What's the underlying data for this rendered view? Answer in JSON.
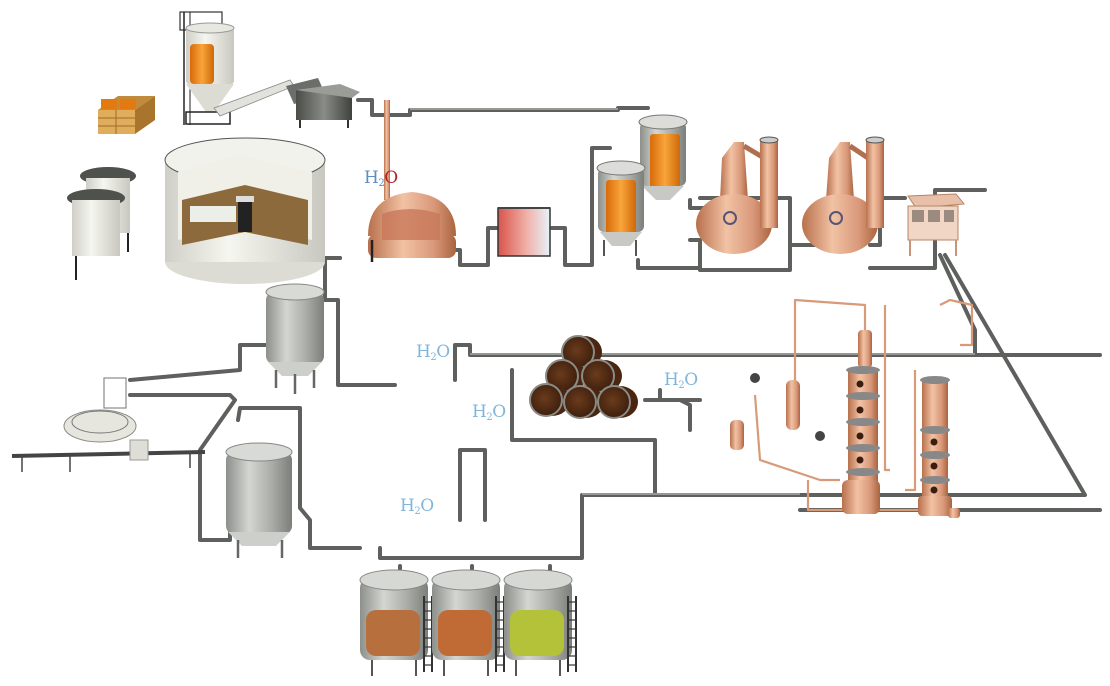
{
  "diagram": {
    "title": "Distillery process flow",
    "colors": {
      "pipe": "#5d605c",
      "copper": "#d9987a",
      "steel": "#b9bbb7",
      "grain": "#f08a1a",
      "water_label_blue": "#7eb6dc",
      "water_label_red": "#b0232b"
    },
    "water_labels": [
      {
        "id": "mash-tun-water",
        "h": "H",
        "sub": "2",
        "o": "O"
      },
      {
        "id": "condenser-1-water",
        "h": "H",
        "sub": "2",
        "o": "O"
      },
      {
        "id": "barrel-inlet-water",
        "h": "H",
        "sub": "2",
        "o": "O"
      },
      {
        "id": "barrel-outlet-water",
        "h": "H",
        "sub": "2",
        "o": "O"
      },
      {
        "id": "condenser-2-water",
        "h": "H",
        "sub": "2",
        "o": "O"
      }
    ],
    "equipment": [
      {
        "id": "grain-crates",
        "icon": "crate-icon"
      },
      {
        "id": "grain-silo",
        "icon": "silo-icon"
      },
      {
        "id": "grain-mill",
        "icon": "mill-icon"
      },
      {
        "id": "storage-silos",
        "icon": "silo-icon"
      },
      {
        "id": "malting-tank",
        "icon": "tank-icon"
      },
      {
        "id": "mash-tun",
        "icon": "kettle-icon"
      },
      {
        "id": "heat-exchanger",
        "icon": "heat-exchanger-icon"
      },
      {
        "id": "fermenters",
        "icon": "fermenter-icon"
      },
      {
        "id": "pot-still-1",
        "icon": "pot-still-icon"
      },
      {
        "id": "pot-still-2",
        "icon": "pot-still-icon"
      },
      {
        "id": "spirit-safe",
        "icon": "spirit-safe-icon"
      },
      {
        "id": "column-stills",
        "icon": "column-still-icon"
      },
      {
        "id": "barrels",
        "icon": "barrel-icon"
      },
      {
        "id": "steel-tank-1",
        "icon": "tank-icon"
      },
      {
        "id": "steel-tank-2",
        "icon": "tank-icon"
      },
      {
        "id": "bottling-line",
        "icon": "bottling-icon"
      },
      {
        "id": "blending-vats",
        "icon": "vat-icon"
      }
    ],
    "vat_fills": [
      "#b86f3e",
      "#c06a36",
      "#b4c23a"
    ]
  }
}
